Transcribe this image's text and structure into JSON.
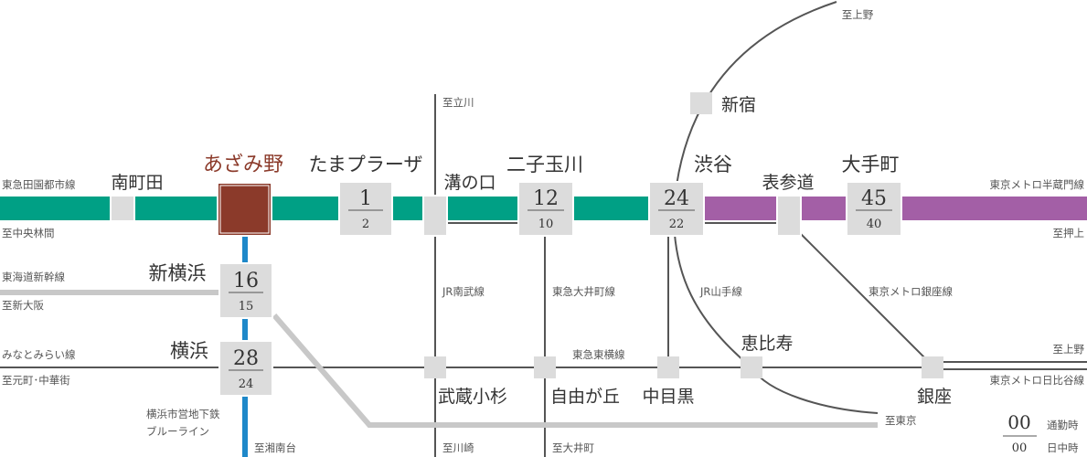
{
  "colors": {
    "den_en_toshi": "#00a085",
    "hanzomon": "#a35fa6",
    "blue_line": "#1e88c9",
    "featured_station": "#8b3a2a",
    "featured_text": "#8b3a2a",
    "gray_line": "#c8c8c8",
    "dark_line": "#555555",
    "box": "#dcdcdc"
  },
  "stations": {
    "azamino": "あざみ野",
    "minami_machida": "南町田",
    "tama_plaza": {
      "name": "たまプラーザ",
      "rush": "1",
      "day": "2"
    },
    "mizonokuchi": "溝の口",
    "futako_tamagawa": {
      "name": "二子玉川",
      "rush": "12",
      "day": "10"
    },
    "shibuya": {
      "name": "渋谷",
      "rush": "24",
      "day": "22"
    },
    "omotesando": "表参道",
    "otemachi": {
      "name": "大手町",
      "rush": "45",
      "day": "40"
    },
    "shinjuku": "新宿",
    "shin_yokohama": {
      "name": "新横浜",
      "rush": "16",
      "day": "15"
    },
    "yokohama": {
      "name": "横浜",
      "rush": "28",
      "day": "24"
    },
    "musashi_kosugi": "武蔵小杉",
    "jiyugaoka": "自由が丘",
    "nakameguro": "中目黒",
    "ebisu": "恵比寿",
    "ginza": "銀座"
  },
  "labels": {
    "to_ueno_top": "至上野",
    "to_tachikawa": "至立川",
    "den_en_toshi_line": "東急田園都市線",
    "to_chuo_rinkan": "至中央林間",
    "hanzomon_line": "東京メトロ半蔵門線",
    "to_oshiage": "至押上",
    "tokaido_shinkansen": "東海道新幹線",
    "to_shin_osaka": "至新大阪",
    "jr_nambu_line": "JR南武線",
    "oimachi_line": "東急大井町線",
    "yamanote_line": "JR山手線",
    "ginza_line": "東京メトロ銀座線",
    "minatomirai_line": "みなとみらい線",
    "to_motomachi": "至元町･中華街",
    "toyoko_line": "東急東横線",
    "to_ueno_right": "至上野",
    "hibiya_line": "東京メトロ日比谷線",
    "blue_line_1": "横浜市営地下鉄",
    "blue_line_2": "ブルーライン",
    "to_shonandai": "至湘南台",
    "to_kawasaki": "至川崎",
    "to_oimachi": "至大井町",
    "to_tokyo": "至東京"
  },
  "legend": {
    "top_num": "00",
    "top_label": "通勤時",
    "bottom_num": "00",
    "bottom_label": "日中時"
  }
}
